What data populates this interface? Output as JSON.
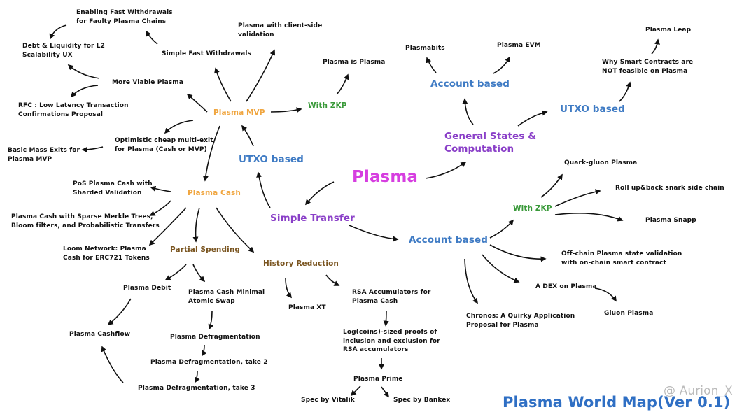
{
  "colors": {
    "root": "#d63ee0",
    "category": "#8a3fc8",
    "model": "#3f7bc4",
    "variant": "#f0a640",
    "zkp": "#3a9a3a",
    "subtopic": "#7a5520",
    "leaf": "#111111"
  },
  "root": "Plasma",
  "title": "Plasma World Map(Ver 0.1)",
  "watermark": "@ Aurion_X",
  "nodes": {
    "enabling": "Enabling Fast Withdrawals\nfor Faulty Plasma Chains",
    "debt": "Debt & Liquidity for L2\nScalability UX",
    "simple_fast": "Simple Fast Withdrawals",
    "client_side": "Plasma with client-side\nvalidation",
    "plasma_is_plasma": "Plasma is Plasma",
    "more_viable": "More Viable Plasma",
    "rfc": "RFC : Low Latency Transaction\nConfirmations Proposal",
    "mvp": "Plasma MVP",
    "with_zkp_1": "With ZKP",
    "optimistic": "Optimistic cheap multi-exit\nfor Plasma (Cash or MVP)",
    "basic_mass": "Basic Mass Exits for\nPlasma MVP",
    "utxo_1": "UTXO based",
    "pos": "PoS Plasma Cash with\nSharded Validation",
    "plasma_cash": "Plasma Cash",
    "sparse": "Plasma Cash with Sparse Merkle Trees,\nBloom filters, and Probabilistic Transfers",
    "simple_transfer": "Simple Transfer",
    "loom": "Loom Network: Plasma\nCash for ERC721 Tokens",
    "partial": "Partial Spending",
    "history": "History Reduction",
    "debit": "Plasma Debit",
    "minimal_swap": "Plasma Cash Minimal\nAtomic Swap",
    "xt": "Plasma XT",
    "rsa": "RSA Accumulators for\nPlasma Cash",
    "cashflow": "Plasma Cashflow",
    "defrag": "Plasma Defragmentation",
    "log": "Log(coins)-sized proofs of\ninclusion and exclusion for\nRSA accumulators",
    "defrag2": "Plasma Defragmentation, take 2",
    "defrag3": "Plasma Defragmentation, take 3",
    "prime": "Plasma Prime",
    "vitalik": "Spec by Vitalik",
    "bankex": "Spec by Bankex",
    "account_1": "Account based",
    "plasmabits": "Plasmabits",
    "evm": "Plasma EVM",
    "leap": "Plasma Leap",
    "why": "Why Smart Contracts are\nNOT feasible on Plasma",
    "utxo_2": "UTXO based",
    "general": "General States &\nComputation",
    "quark": "Quark-gluon Plasma",
    "rollup": "Roll up&back snark side chain",
    "with_zkp_2": "With ZKP",
    "snapp": "Plasma Snapp",
    "account_2": "Account based",
    "offchain": "Off-chain Plasma state validation\nwith on-chain smart contract",
    "dex": "A DEX on Plasma",
    "gluon": "Gluon Plasma",
    "chronos": "Chronos: A Quirky Application\nProposal for Plasma"
  }
}
